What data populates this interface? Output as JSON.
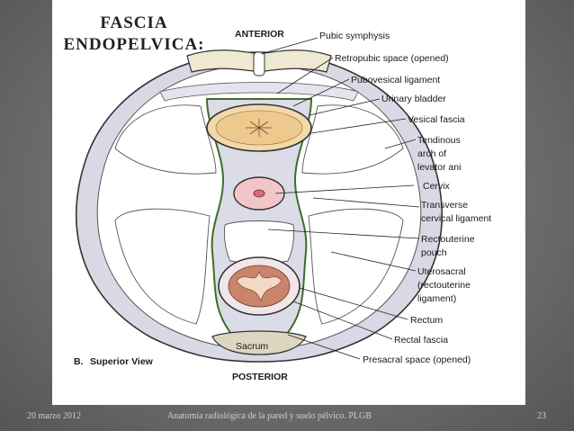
{
  "slide": {
    "title_line1": "FASCIA",
    "title_line2": "ENDOPELVICA:"
  },
  "figure": {
    "orientation_top": "ANTERIOR",
    "orientation_bottom": "POSTERIOR",
    "view_label_prefix": "B.",
    "view_label": "Superior View",
    "sacrum": "Sacrum",
    "labels": [
      "Pubic symphysis",
      "Retropubic space (opened)",
      "Pubovesical ligament",
      "Urinary bladder",
      "Vesical fascia",
      "Tendinous",
      "arch of",
      "levator ani",
      "Cervix",
      "Transverse",
      "cervical ligament",
      "Rectouterine",
      "pouch",
      "Uterosacral",
      "(rectouterine",
      "ligament)",
      "Rectum",
      "Rectal fascia",
      "Presacral space (opened)"
    ]
  },
  "footer": {
    "date": "20 marzo 2012",
    "course": "Anatomía radiológica de la pared y suelo pélvico. PLGB",
    "page": "23"
  }
}
